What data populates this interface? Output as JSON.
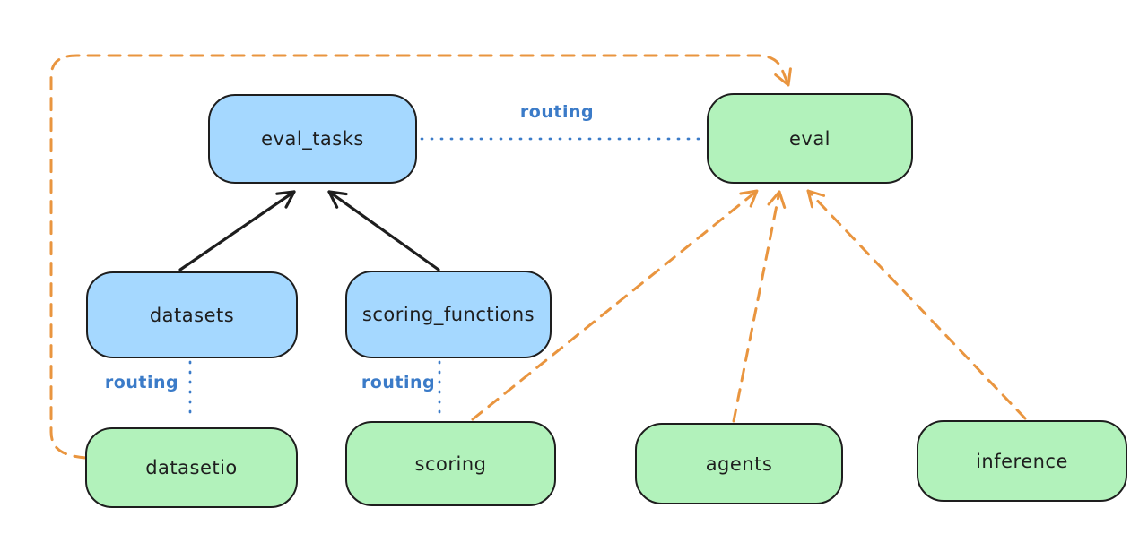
{
  "colors": {
    "node_border": "#1e1e1e",
    "blue_fill": "#a5d8ff",
    "green_fill": "#b2f2bb",
    "routing_blue": "#3b7bc8",
    "dependency_orange": "#e9953f",
    "arrow_black": "#1e1e1e",
    "canvas_bg": "#ffffff"
  },
  "nodes": [
    {
      "id": "eval_tasks",
      "label": "eval_tasks",
      "kind": "resource-blue"
    },
    {
      "id": "eval",
      "label": "eval",
      "kind": "api-green"
    },
    {
      "id": "datasets",
      "label": "datasets",
      "kind": "resource-blue"
    },
    {
      "id": "scoring_functions",
      "label": "scoring_functions",
      "kind": "resource-blue"
    },
    {
      "id": "datasetio",
      "label": "datasetio",
      "kind": "api-green"
    },
    {
      "id": "scoring",
      "label": "scoring",
      "kind": "api-green"
    },
    {
      "id": "agents",
      "label": "agents",
      "kind": "api-green"
    },
    {
      "id": "inference",
      "label": "inference",
      "kind": "api-green"
    }
  ],
  "edge_labels": [
    {
      "id": "routing-eval-tasks-to-eval",
      "text": "routing"
    },
    {
      "id": "routing-datasets-to-datasetio",
      "text": "routing"
    },
    {
      "id": "routing-scoring-functions-to-scoring",
      "text": "routing"
    }
  ],
  "edges": [
    {
      "id": "datasets-to-eval_tasks",
      "style": "solid-black-arrow"
    },
    {
      "id": "scoring_functions-to-eval_tasks",
      "style": "solid-black-arrow"
    },
    {
      "id": "eval_tasks-to-eval",
      "style": "dotted-blue",
      "label": "routing"
    },
    {
      "id": "datasets-to-datasetio",
      "style": "dotted-blue",
      "label": "routing"
    },
    {
      "id": "scoring_functions-to-scoring",
      "style": "dotted-blue",
      "label": "routing"
    },
    {
      "id": "datasetio-to-eval",
      "style": "dashed-orange-arrow"
    },
    {
      "id": "scoring-to-eval",
      "style": "dashed-orange-arrow"
    },
    {
      "id": "agents-to-eval",
      "style": "dashed-orange-arrow"
    },
    {
      "id": "inference-to-eval",
      "style": "dashed-orange-arrow"
    }
  ]
}
